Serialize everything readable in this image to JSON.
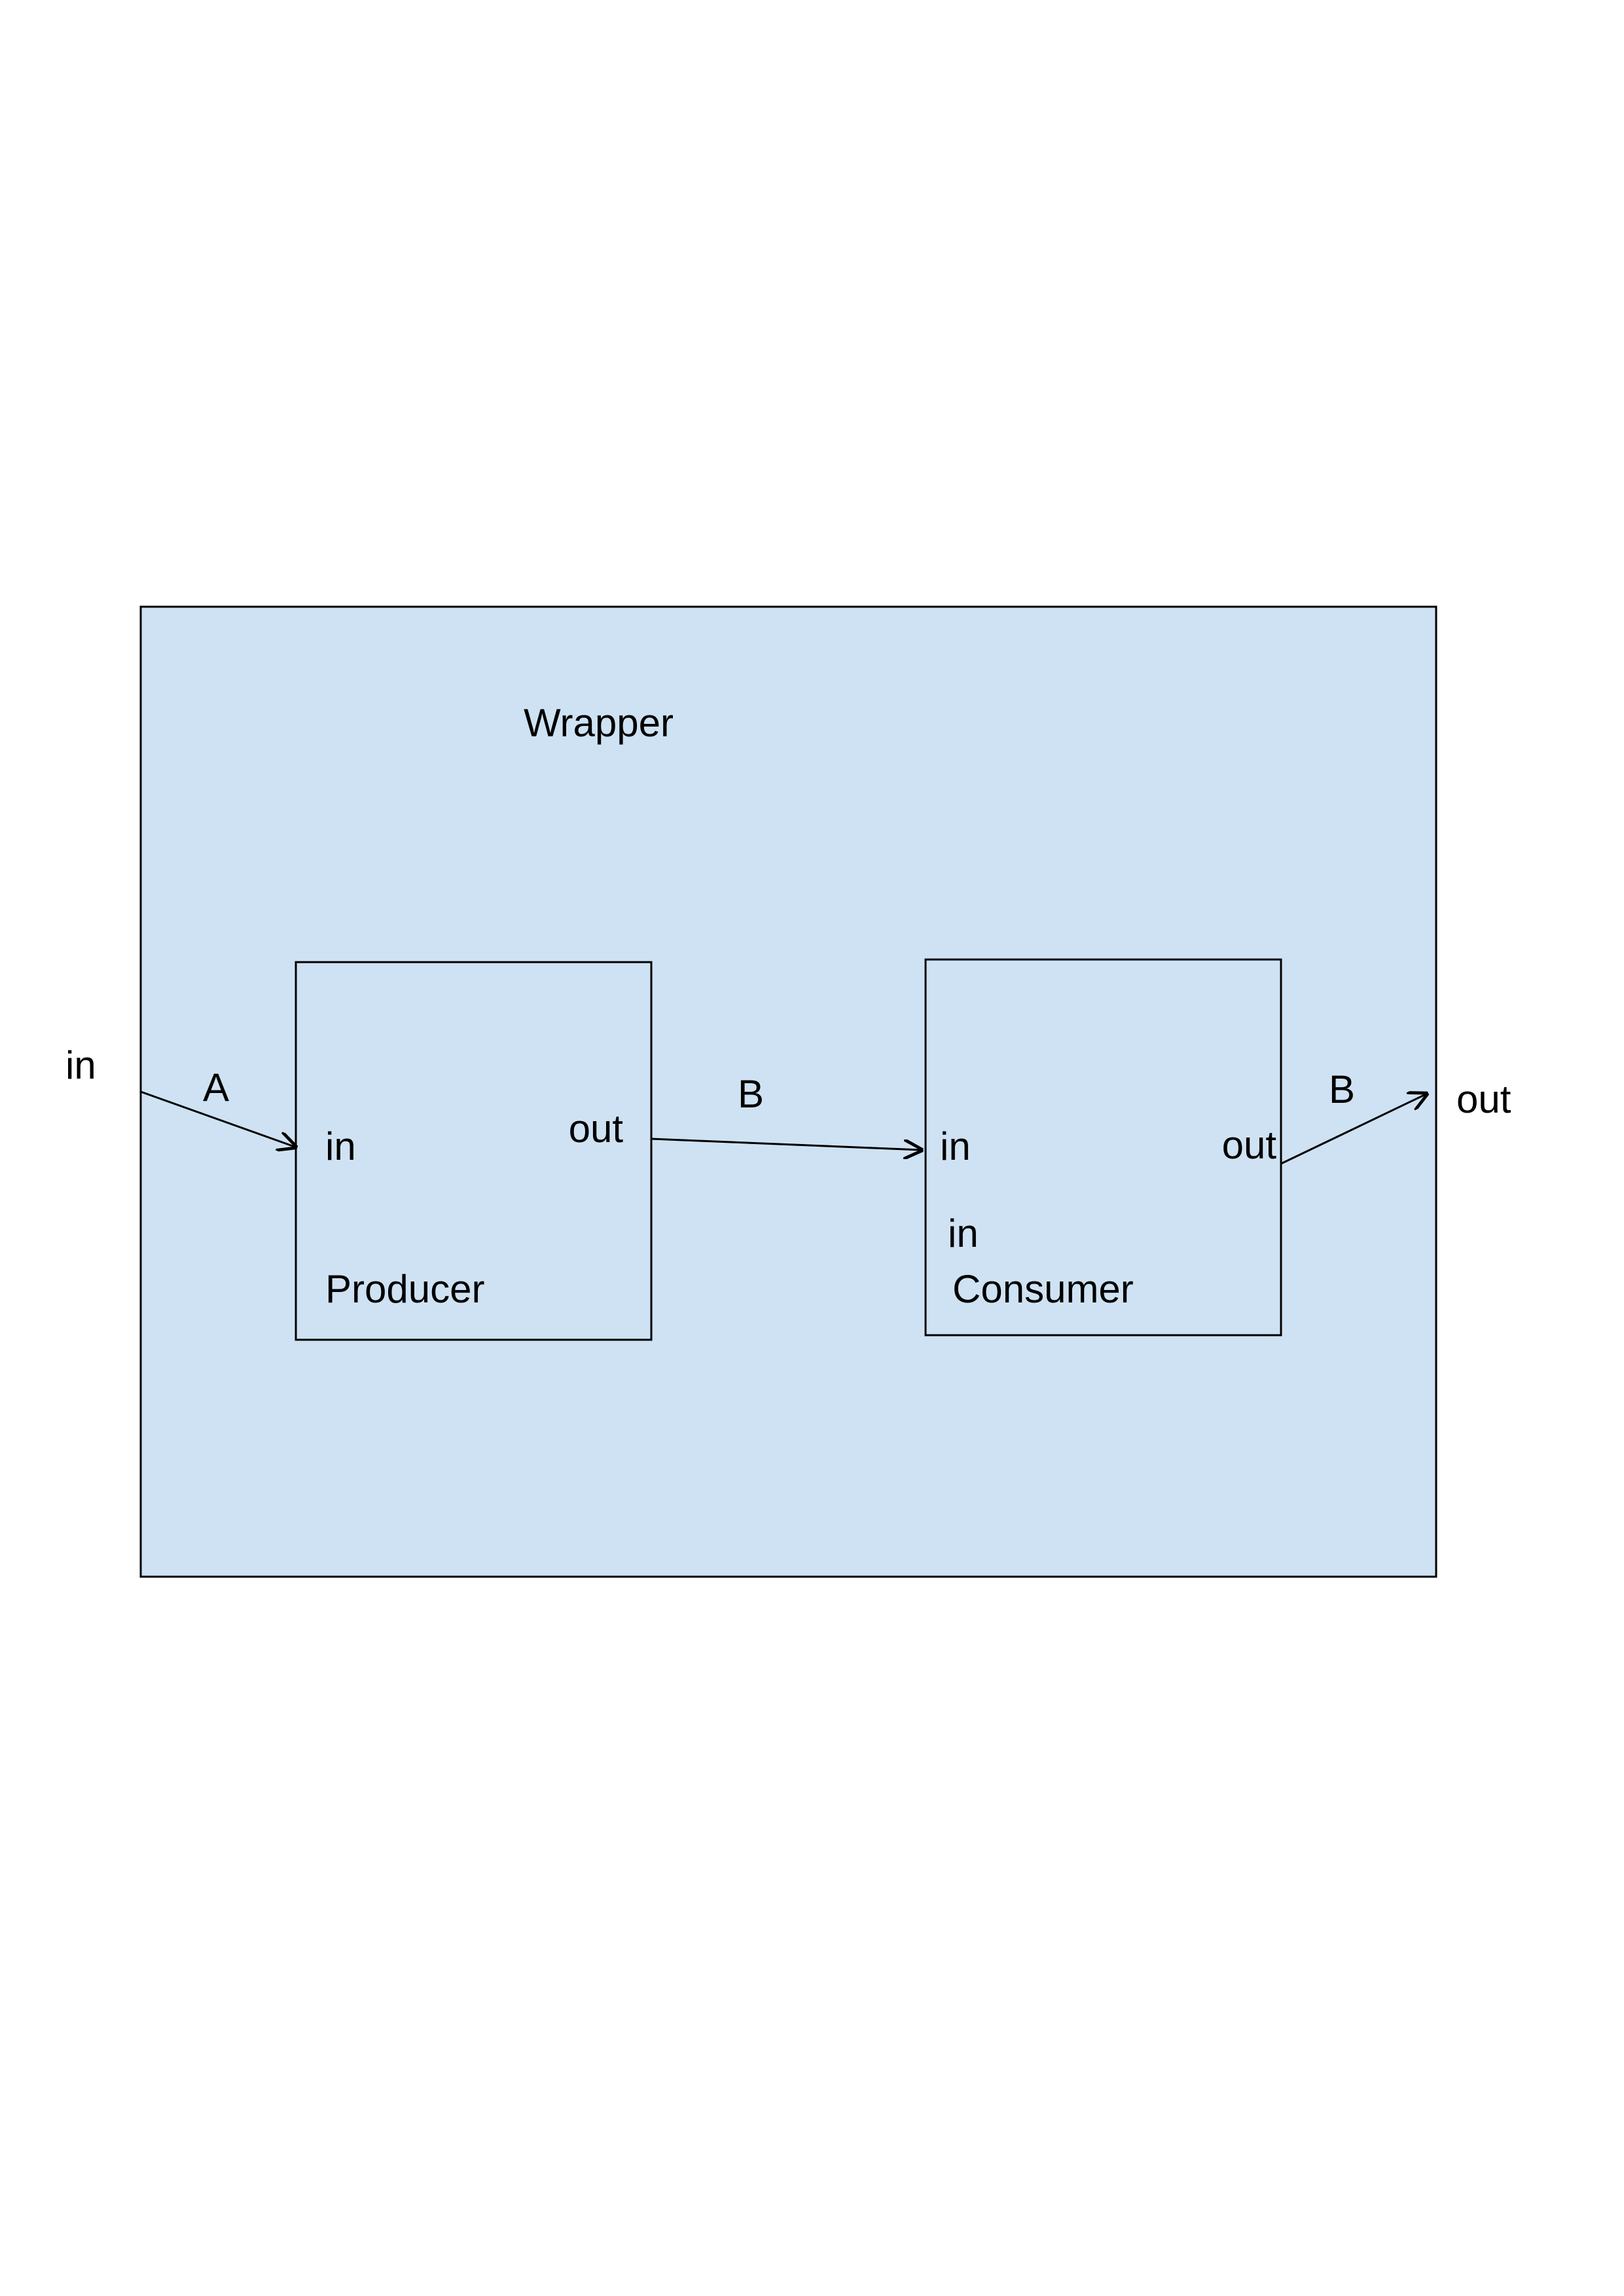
{
  "diagram": {
    "wrapper": {
      "label": "Wrapper"
    },
    "external_ports": {
      "in": "in",
      "out": "out"
    },
    "nodes": [
      {
        "id": "producer",
        "label": "Producer",
        "ports": {
          "in": "in",
          "out": "out"
        }
      },
      {
        "id": "consumer",
        "label": "Consumer",
        "ports": {
          "in": "in",
          "in2": "in",
          "out": "out"
        }
      }
    ],
    "edges": [
      {
        "label": "A",
        "from": "wrapper.in",
        "to": "Producer.in"
      },
      {
        "label": "B",
        "from": "Producer.out",
        "to": "Consumer.in"
      },
      {
        "label": "B",
        "from": "Consumer.out",
        "to": "wrapper.out"
      }
    ],
    "colors": {
      "box_fill": "#cfe2f3",
      "stroke": "#000000"
    }
  }
}
